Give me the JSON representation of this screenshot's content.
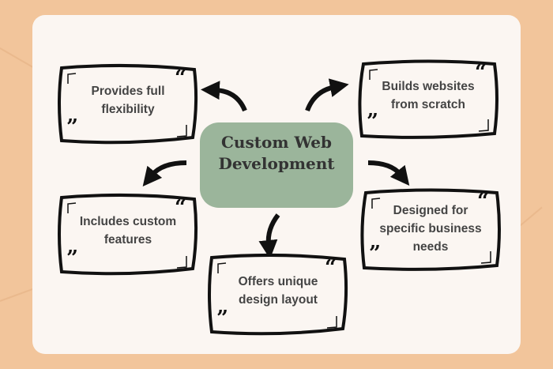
{
  "center": {
    "title": "Custom Web Development"
  },
  "nodes": [
    {
      "text": "Provides full flexibility"
    },
    {
      "text": "Builds websites from scratch"
    },
    {
      "text": "Includes custom features"
    },
    {
      "text": "Designed for specific business needs"
    },
    {
      "text": "Offers unique design layout"
    }
  ],
  "quote_open": "“",
  "quote_close": "”",
  "colors": {
    "background": "#f2c59b",
    "card": "#fbf6f2",
    "center": "#9bb59b"
  }
}
